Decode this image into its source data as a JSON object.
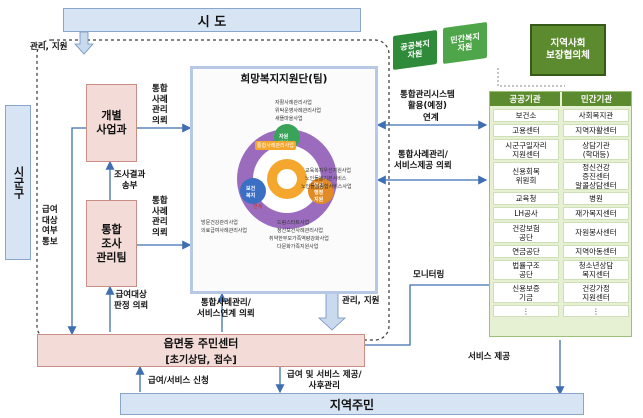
{
  "top_box": "시 도",
  "left_vertical": "시군구",
  "left_annotations": {
    "admin_support": "관리, 지원",
    "benefit_notice": "급여\n대상\n여부\n통보",
    "survey_send": "조사결과\n송부",
    "benefit_review": "급여대상\n판정 의뢰"
  },
  "personal_division": "개별\n사업과",
  "integrated_team": "통합\n조사\n관리팀",
  "case_mgmt_1": "통합\n사례\n관리\n의뢰",
  "case_mgmt_2": "통합\n사례\n관리\n의뢰",
  "hope_center": {
    "title": "희망복지지원단(팀)",
    "wheel_top": "자원\n관리",
    "wheel_left": "보건\n복지",
    "wheel_right": "일선\n행정\n지원",
    "center_badge": "통합사례관리사업",
    "items_top": [
      "자활사례관리사업",
      "위탁운영사례관리사업",
      "새뜰마을사업"
    ],
    "items_right": [
      "교육복지우선지원사업",
      "노인돌봄기본서비스",
      "노인돌봄종합서비스사업"
    ],
    "items_left": [
      "방문건강관리사업",
      "의료급여사례관리사업"
    ],
    "items_bottom": [
      "드림스타트사업",
      "정신보건사례관리사업",
      "취약한부모가족역량강화사업",
      "다문화가족지원사업"
    ],
    "link_label": "연계"
  },
  "mid_labels": {
    "case_service": "통합사례관리/\n서비스연계 의뢰",
    "admin_support2": "관리, 지원",
    "monitoring": "모니터링",
    "system_use": "통합관리시스템\n활용(예정)",
    "link": "연계",
    "case_mgmt_req": "통합사례관리/\n서비스제공 의뢰",
    "service_provision": "서비스 제공"
  },
  "green_blocks": {
    "public": "공공복지\n자원",
    "private": "민간복지\n자원",
    "council": "지역사회\n보장협의체"
  },
  "table": {
    "headers": [
      "공공기관",
      "민간기관"
    ],
    "rows": [
      [
        "보건소",
        "사회복지관"
      ],
      [
        "고용센터",
        "지역자활센터"
      ],
      [
        "시군구일자리\n지원센터",
        "상담기관\n(학대등)"
      ],
      [
        "신용회복\n위원회",
        "정신건강\n증진센터\n알콜상담센터"
      ],
      [
        "교육청",
        "병원"
      ],
      [
        "LH공사",
        "재가복지센터"
      ],
      [
        "건강보험\n공단",
        "자원봉사센터"
      ],
      [
        "연금공단",
        "지역아동센터"
      ],
      [
        "법률구조\n공단",
        "청소년상담\n복지센터"
      ],
      [
        "신용보증\n기금",
        "건강가정\n지원센터"
      ],
      [
        "⋮",
        "⋮"
      ]
    ]
  },
  "community_center": {
    "line1": "읍면동 주민센터",
    "line2": "[초기상담, 접수]"
  },
  "bottom_labels": {
    "apply": "급여/서비스 신청",
    "provide": "급여 및 서비스 제공/\n사후관리"
  },
  "residents": "지역주민",
  "colors": {
    "blue_box": "#d7e4f3",
    "pink_box": "#f3dcd8",
    "green": "#5c8a2e"
  }
}
